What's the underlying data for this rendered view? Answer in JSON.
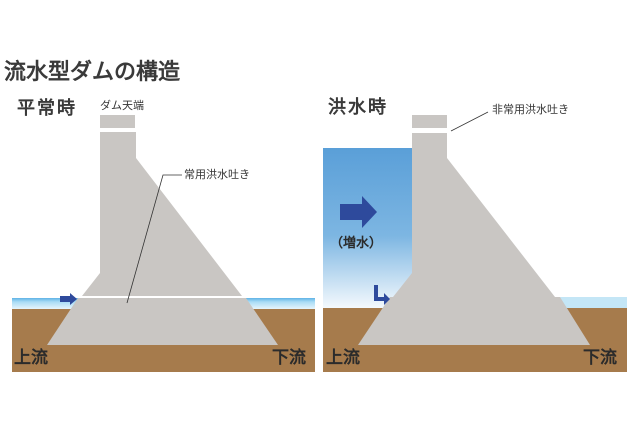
{
  "title": "流水型ダムの構造",
  "normal": {
    "heading": "平常時",
    "crest_label": "ダム天端",
    "outlet_label": "常用洪水吐き",
    "upstream": "上流",
    "downstream": "下流"
  },
  "flood": {
    "heading": "洪水時",
    "spillway_label": "非常用洪水吐き",
    "rising_label": "（増水）",
    "upstream": "上流",
    "downstream": "下流"
  },
  "colors": {
    "dam": "#c9c6c3",
    "ground": "#a67b4c",
    "water_light": "#bfe3f5",
    "water_deep": "#5a9fd8",
    "arrow": "#2e4a9c"
  }
}
